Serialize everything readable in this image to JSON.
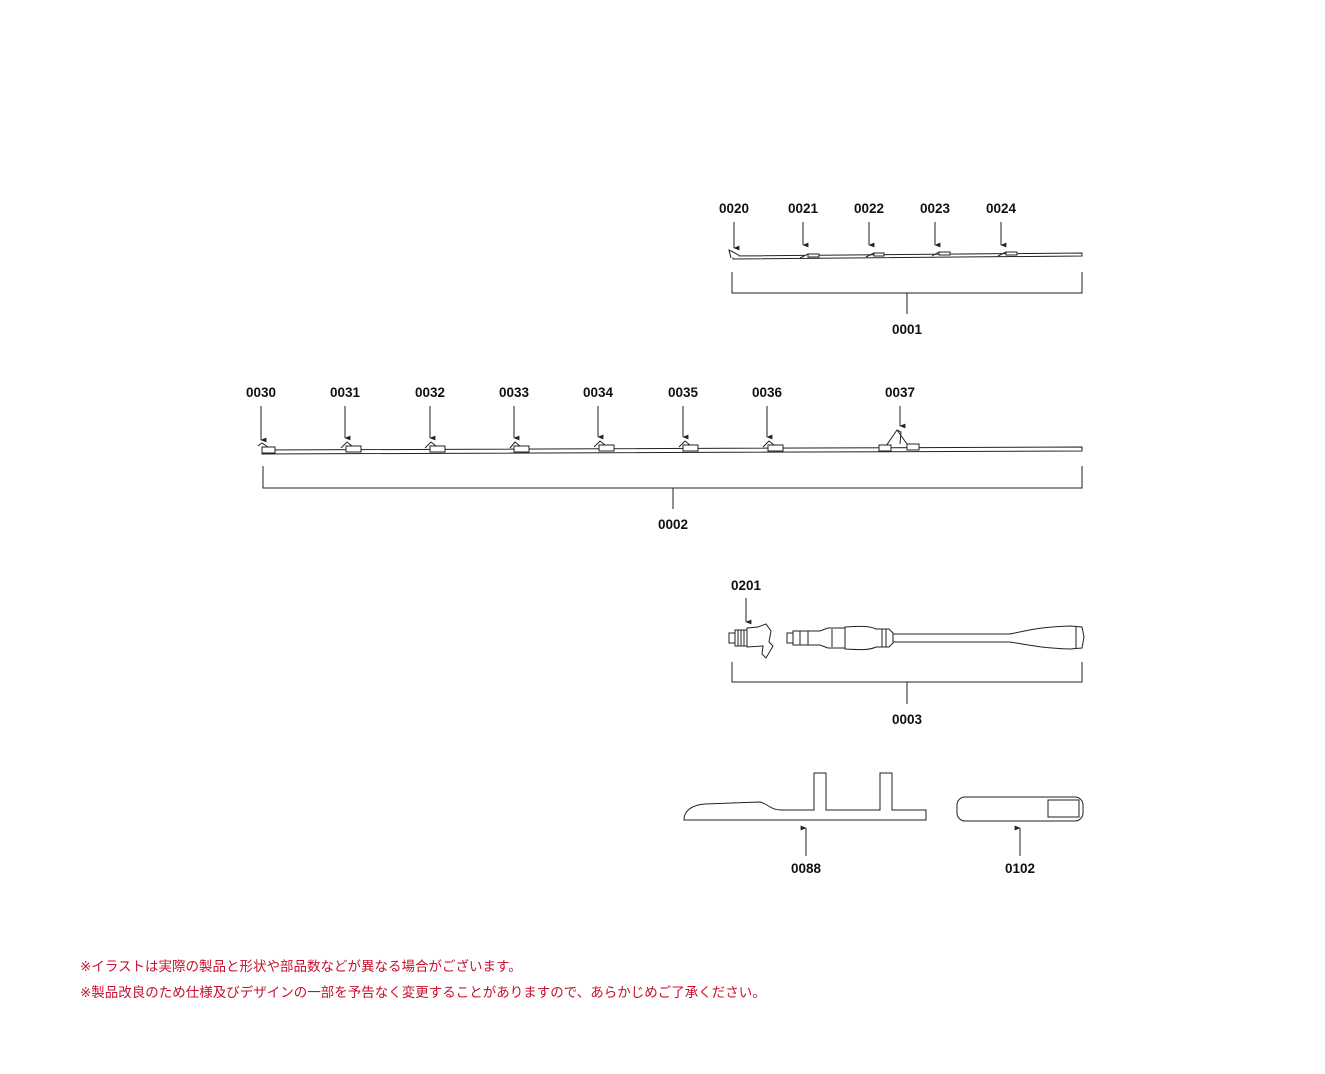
{
  "colors": {
    "line": "#222222",
    "note_text": "#c8102e"
  },
  "section_top": {
    "tip_labels": [
      "0020",
      "0021",
      "0022",
      "0023",
      "0024"
    ],
    "assembly_label": "0001"
  },
  "section_middle": {
    "tip_labels": [
      "0030",
      "0031",
      "0032",
      "0033",
      "0034",
      "0035",
      "0036",
      "0037"
    ],
    "assembly_label": "0002"
  },
  "section_butt": {
    "part_label": "0201",
    "assembly_label": "0003"
  },
  "accessories": {
    "stand_label": "0088",
    "case_label": "0102"
  },
  "notes": [
    "※イラストは実際の製品と形状や部品数などが異なる場合がございます。",
    "※製品改良のため仕様及びデザインの一部を予告なく変更することがありますので、あらかじめご了承ください。"
  ]
}
